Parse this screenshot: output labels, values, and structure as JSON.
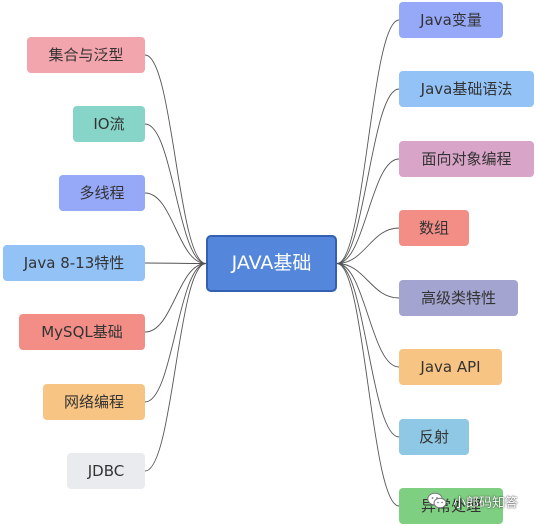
{
  "center": {
    "label": "JAVA基础",
    "color": "#5487dc"
  },
  "left_nodes": [
    {
      "label": "集合与泛型",
      "color": "#f3a5ad"
    },
    {
      "label": "IO流",
      "color": "#86d5c8"
    },
    {
      "label": "多线程",
      "color": "#96a8f8"
    },
    {
      "label": "Java 8-13特性",
      "color": "#93c3f6"
    },
    {
      "label": "MySQL基础",
      "color": "#f38e87"
    },
    {
      "label": "网络编程",
      "color": "#f8c483"
    },
    {
      "label": "JDBC",
      "color": "#e9ebef"
    }
  ],
  "right_nodes": [
    {
      "label": "Java变量",
      "color": "#96a8f8"
    },
    {
      "label": "Java基础语法",
      "color": "#93c3f6"
    },
    {
      "label": "面向对象编程",
      "color": "#d8a4c8"
    },
    {
      "label": "数组",
      "color": "#f38e87"
    },
    {
      "label": "高级类特性",
      "color": "#a3a4cf"
    },
    {
      "label": "Java API",
      "color": "#f8c483"
    },
    {
      "label": "反射",
      "color": "#8fc8e4"
    },
    {
      "label": "异常处理",
      "color": "#7fcf82"
    }
  ],
  "watermark": {
    "text": "小郎码知答",
    "icon": "wechat-icon"
  }
}
